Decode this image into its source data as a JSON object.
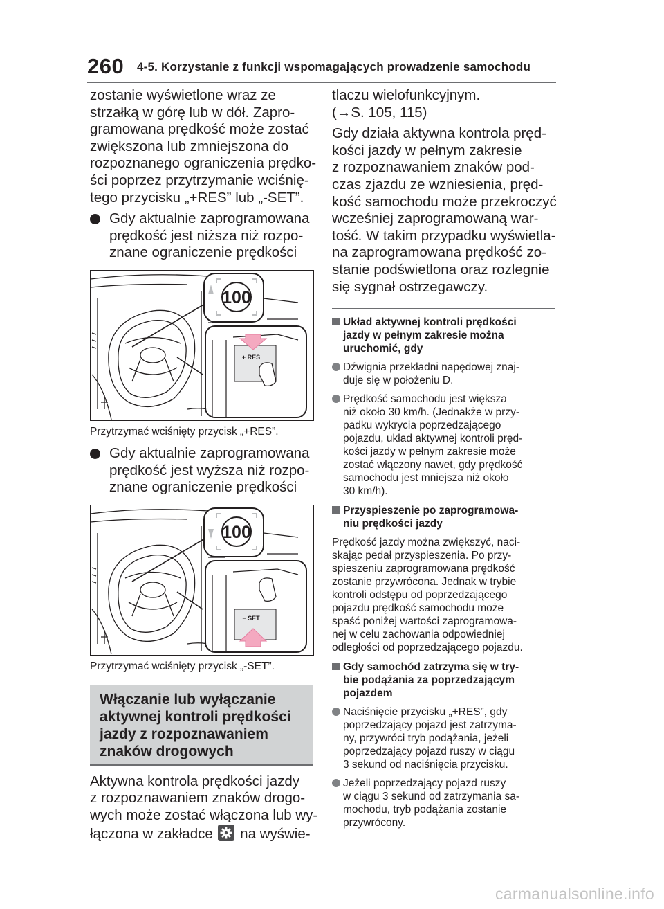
{
  "header": {
    "page_number": "260",
    "chapter_title": "4-5. Korzystanie z funkcji wspomagających prowadzenie samochodu"
  },
  "left": {
    "intro_lines": [
      "zostanie wyświetlone wraz ze",
      "strzałką w górę lub w dół. Zapro-",
      "gramowana prędkość może zostać",
      "zwiększona lub zmniejszona do",
      "rozpoznanego ograniczenia prędko-",
      "ści poprzez przytrzymanie wciśnię-",
      "tego przycisku „+RES” lub „-SET”."
    ],
    "bullet1_lines": [
      "Gdy aktualnie zaprogramowana",
      "prędkość jest niższa niż rozpo-",
      "znane ograniczenie prędkości"
    ],
    "figure1": {
      "sign_value": "100",
      "button_label": "+ RES"
    },
    "caption1": "Przytrzymać wciśnięty przycisk „+RES”.",
    "bullet2_lines": [
      "Gdy aktualnie zaprogramowana",
      "prędkość jest wyższa niż rozpo-",
      "znane ograniczenie prędkości"
    ],
    "figure2": {
      "sign_value": "100",
      "button_label": "− SET"
    },
    "caption2": "Przytrzymać wciśnięty przycisk „-SET”.",
    "section_title_lines": [
      "Włączanie lub wyłączanie",
      "aktywnej kontroli prędkości",
      "jazdy z rozpoznawaniem",
      "znaków drogowych"
    ],
    "section_body_lines": [
      "Aktywna kontrola prędkości jazdy",
      "z rozpoznawaniem znaków drogo-",
      "wych może zostać włączona lub wy-"
    ],
    "section_last_line_before": "łączona w zakładce",
    "section_last_line_after": "na wyświe-"
  },
  "right": {
    "intro_lines": [
      "tlaczu wielofunkcyjnym.",
      "(→S. 105, 115)"
    ],
    "para2_lines": [
      "Gdy działa aktywna kontrola pręd-",
      "kości jazdy w pełnym zakresie",
      "z rozpoznawaniem znaków pod-",
      "czas zjazdu ze wzniesienia, pręd-",
      "kość samochodu może przekroczyć",
      "wcześniej zaprogramowaną war-",
      "tość. W takim przypadku wyświetla-",
      "na zaprogramowana prędkość zo-",
      "stanie podświetlona oraz rozlegnie",
      "się sygnał ostrzegawczy."
    ],
    "sub1_lines": [
      "Układ aktywnej kontroli prędkości",
      "jazdy w pełnym zakresie można",
      "uruchomić, gdy"
    ],
    "sub1_b1_lines": [
      "Dźwignia przekładni napędowej znaj-",
      "duje się w położeniu D."
    ],
    "sub1_b2_lines": [
      "Prędkość samochodu jest większa",
      "niż około 30 km/h. (Jednakże w przy-",
      "padku wykrycia poprzedzającego",
      "pojazdu, układ aktywnej kontroli pręd-",
      "kości jazdy w pełnym zakresie może",
      "zostać włączony nawet, gdy prędkość",
      "samochodu jest mniejsza niż około",
      "30 km/h)."
    ],
    "sub2_lines": [
      "Przyspieszenie po zaprogramowa-",
      "niu prędkości jazdy"
    ],
    "sub2_para_lines": [
      "Prędkość jazdy można zwiększyć, naci-",
      "skając pedał przyspieszenia. Po przy-",
      "spieszeniu zaprogramowana prędkość",
      "zostanie przywrócona. Jednak w trybie",
      "kontroli odstępu od poprzedzającego",
      "pojazdu prędkość samochodu może",
      "spaść poniżej wartości zaprogramowa-",
      "nej w celu zachowania odpowiedniej",
      "odległości od poprzedzającego pojazdu."
    ],
    "sub3_lines": [
      "Gdy samochód zatrzyma się w try-",
      "bie podążania za poprzedzającym",
      "pojazdem"
    ],
    "sub3_b1_lines": [
      "Naciśnięcie przycisku „+RES”, gdy",
      "poprzedzający pojazd jest zatrzyma-",
      "ny, przywróci tryb podążania, jeżeli",
      "poprzedzający pojazd ruszy w ciągu",
      "3 sekund od naciśnięcia przycisku."
    ],
    "sub3_b2_lines": [
      "Jeżeli poprzedzający pojazd ruszy",
      "w ciągu 3 sekund od zatrzymania sa-",
      "mochodu, tryb podążania zostanie",
      "przywrócony."
    ]
  },
  "watermark": "carmanualsonline.info",
  "colors": {
    "text": "#231f20",
    "rule": "#6d6e71",
    "section_bg": "#d1d3d4",
    "arrow_pink": "#f4a9c0"
  }
}
